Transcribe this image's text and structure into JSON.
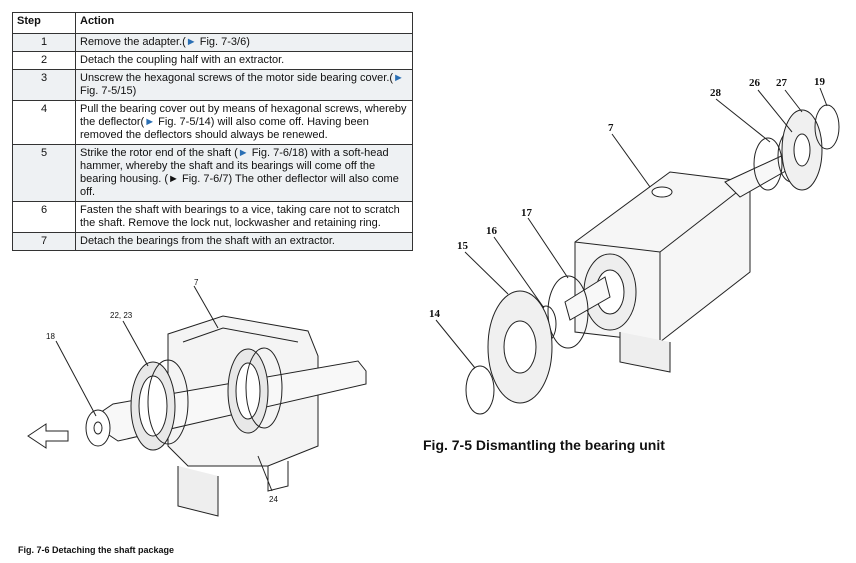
{
  "table": {
    "headers": [
      "Step",
      "Action"
    ],
    "rows": [
      {
        "step": "1",
        "pre": "Remove the adapter.(",
        "post": " Fig. 7-3/6)",
        "shade": true
      },
      {
        "step": "2",
        "pre": "Detach the coupling half with an extractor.",
        "post": "",
        "shade": false
      },
      {
        "step": "3",
        "pre": "Unscrew the hexagonal screws of the motor side bearing cover.(",
        "post": " Fig. 7-5/15)",
        "shade": true
      },
      {
        "step": "4",
        "pre": "Pull the bearing cover out by means of hexagonal screws, whereby the deflector(",
        "post": " Fig. 7-5/14) will also come off. Having been removed the deflectors should always be renewed.",
        "shade": false
      },
      {
        "step": "5",
        "pre": "Strike the rotor end of the shaft (",
        "post": " Fig. 7-6/18) with a soft-head hammer, whereby the shaft and its bearings will come off the bearing housing. (► Fig. 7-6/7) The other deflector will also come off.",
        "shade": true
      },
      {
        "step": "6",
        "pre": "Fasten the shaft with bearings to a vice, taking care not to scratch the shaft. Remove the lock nut, lockwasher and retaining ring.",
        "post": "",
        "shade": false
      },
      {
        "step": "7",
        "pre": "Detach the bearings from the shaft with an extractor.",
        "post": "",
        "shade": true
      }
    ]
  },
  "fig6": {
    "caption": "Fig. 7-6 Detaching the shaft package",
    "labels": {
      "l7": "7",
      "l22": "22, 23",
      "l18": "18",
      "l24": "24"
    }
  },
  "fig5": {
    "caption": "Fig. 7-5 Dismantling the bearing unit",
    "labels": {
      "l7": "7",
      "l28": "28",
      "l26": "26",
      "l27": "27",
      "l19": "19",
      "l17": "17",
      "l16": "16",
      "l15": "15",
      "l14": "14"
    }
  },
  "colors": {
    "arrow": "#2a6fb4",
    "row_shade": "#eef1f3"
  }
}
